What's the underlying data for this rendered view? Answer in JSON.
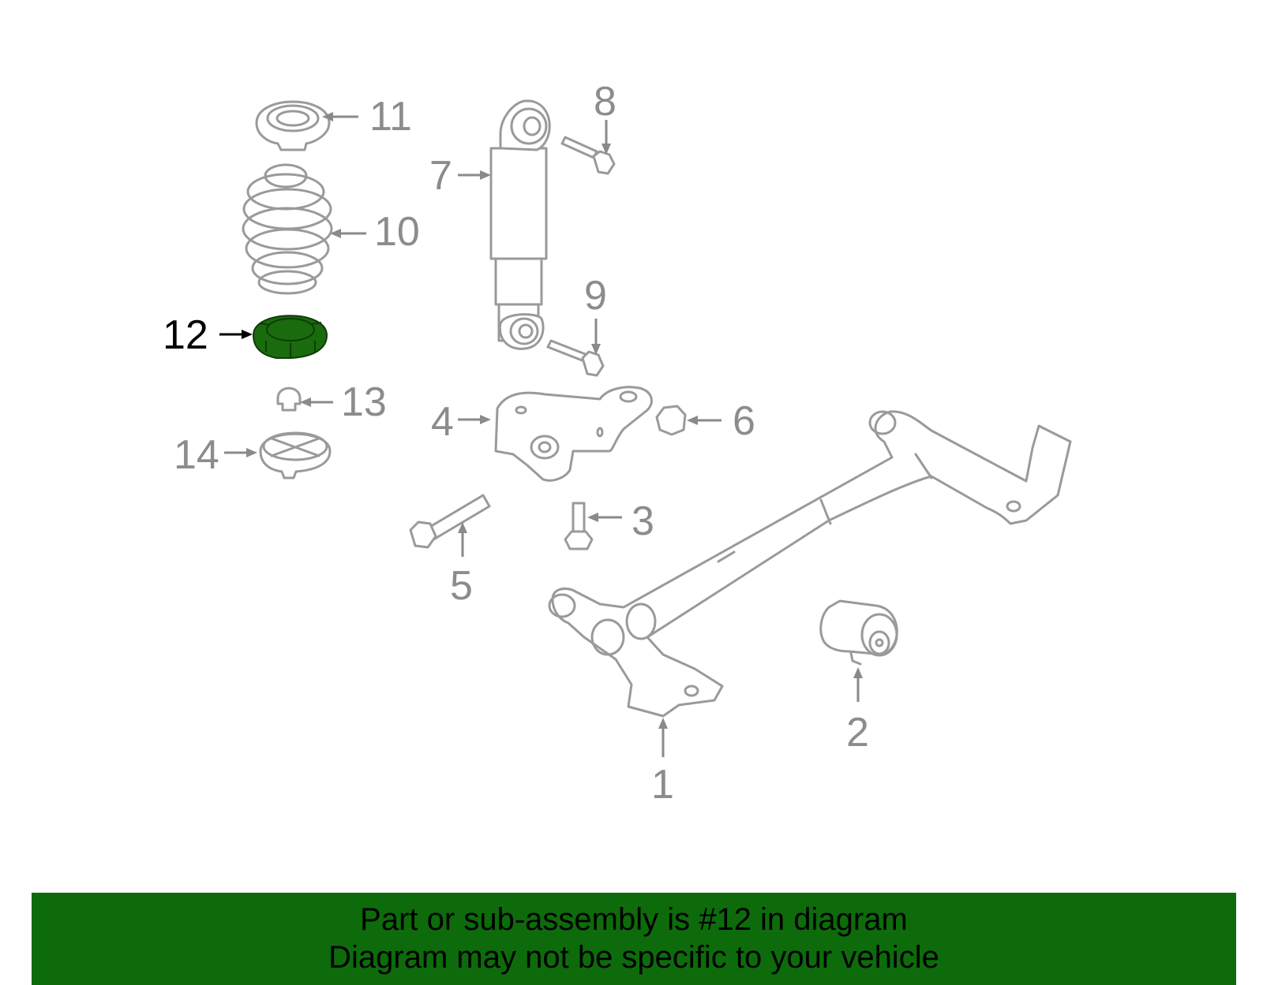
{
  "diagram": {
    "highlighted_part": "12",
    "highlight_color": "#1a6a0e",
    "callouts": [
      {
        "id": "1",
        "label": "1"
      },
      {
        "id": "2",
        "label": "2"
      },
      {
        "id": "3",
        "label": "3"
      },
      {
        "id": "4",
        "label": "4"
      },
      {
        "id": "5",
        "label": "5"
      },
      {
        "id": "6",
        "label": "6"
      },
      {
        "id": "7",
        "label": "7"
      },
      {
        "id": "8",
        "label": "8"
      },
      {
        "id": "9",
        "label": "9"
      },
      {
        "id": "10",
        "label": "10"
      },
      {
        "id": "11",
        "label": "11"
      },
      {
        "id": "12",
        "label": "12"
      },
      {
        "id": "13",
        "label": "13"
      },
      {
        "id": "14",
        "label": "14"
      }
    ]
  },
  "banner": {
    "line1": "Part or sub-assembly is #12 in diagram",
    "line2": "Diagram may not be specific to your vehicle",
    "background": "#0d6b0b"
  }
}
